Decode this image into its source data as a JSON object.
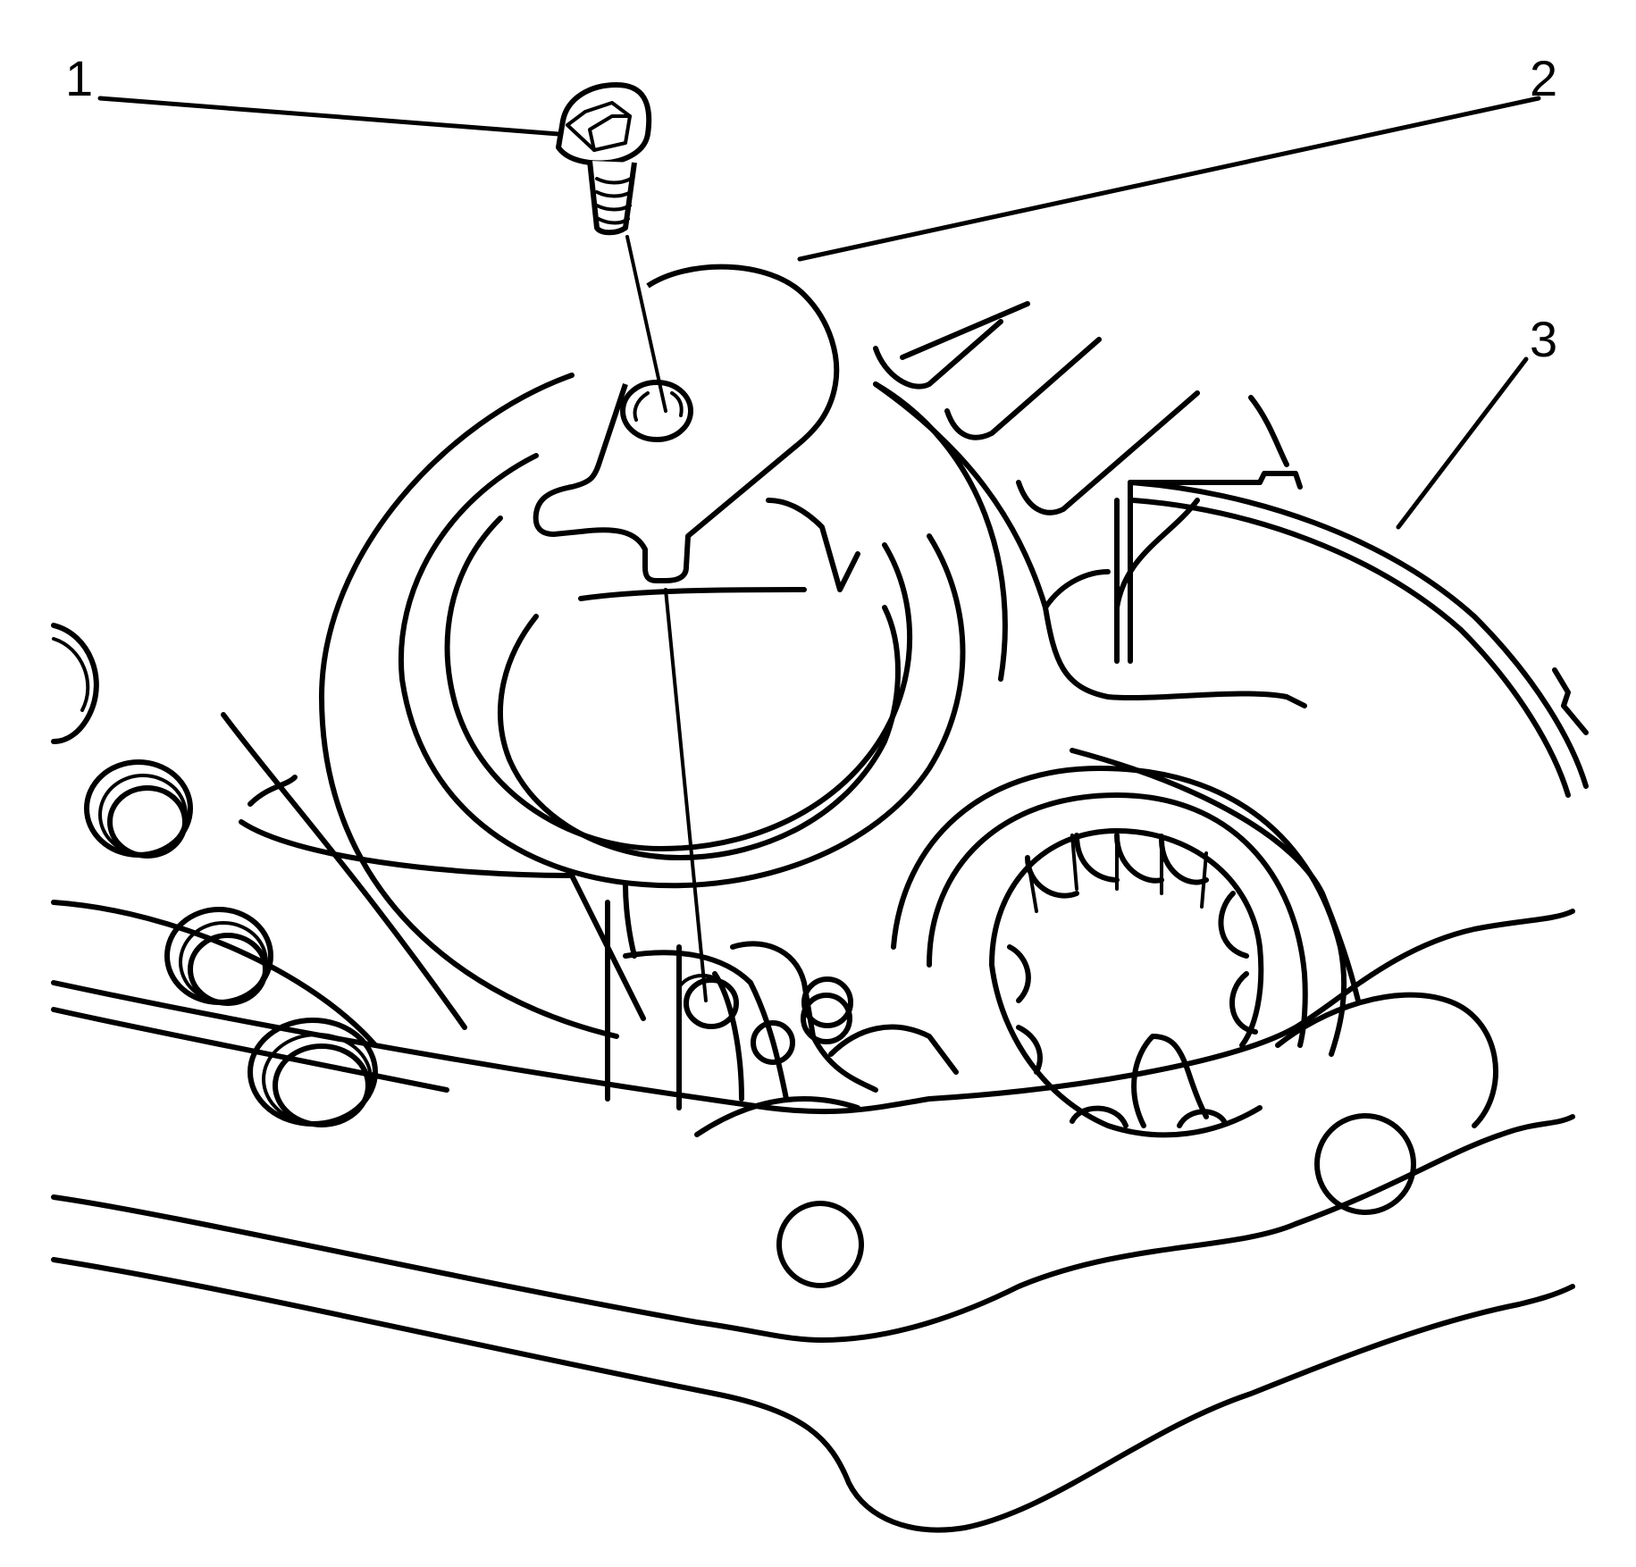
{
  "diagram": {
    "type": "exploded-view line drawing",
    "background": "#ffffff",
    "stroke_color": "#000000",
    "callouts": [
      {
        "id": "1",
        "label": "1",
        "part": "bolt"
      },
      {
        "id": "2",
        "label": "2",
        "part": "bracket"
      },
      {
        "id": "3",
        "label": "3",
        "part": "housing-cover"
      }
    ]
  }
}
